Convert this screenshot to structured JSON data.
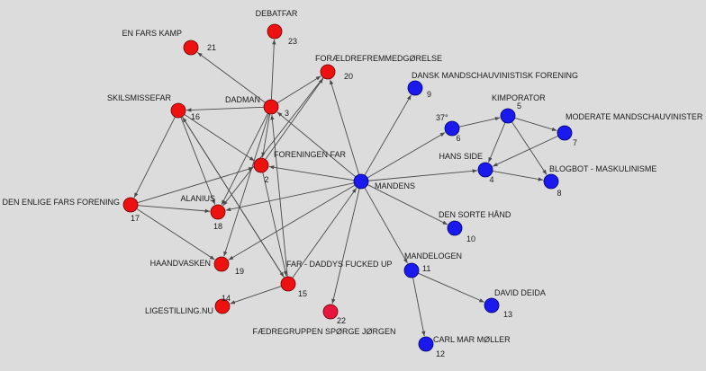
{
  "network": {
    "colors": {
      "group_red": "#ee1111",
      "group_red_alt": "#e8163f",
      "group_blue": "#1a1aee",
      "edge": "#4a4a4a",
      "node_stroke": "#6e0000",
      "node_stroke_blue": "#00006e"
    },
    "nodes": [
      {
        "id": "2",
        "label": "FORENINGEN FAR",
        "group": "red"
      },
      {
        "id": "3",
        "label": "DADMAN",
        "group": "red"
      },
      {
        "id": "4",
        "label": "HANS SIDE",
        "group": "blue"
      },
      {
        "id": "5",
        "label": "KIMPORATOR",
        "group": "blue"
      },
      {
        "id": "6",
        "label": "37°",
        "group": "blue"
      },
      {
        "id": "7",
        "label": "MODERATE MANDSCHAUVINISTER",
        "group": "blue"
      },
      {
        "id": "8",
        "label": "BLOGBOT - MASKULINISME",
        "group": "blue"
      },
      {
        "id": "9",
        "label": "DANSK MANDSCHAUVINISTISK FORENING",
        "group": "blue"
      },
      {
        "id": "10",
        "label": "DEN SORTE HÅND",
        "group": "blue"
      },
      {
        "id": "11",
        "label": "MANDELOGEN",
        "group": "blue"
      },
      {
        "id": "12",
        "label": "CARL MAR MØLLER",
        "group": "blue"
      },
      {
        "id": "13",
        "label": "DAVID DEIDA",
        "group": "blue"
      },
      {
        "id": "14",
        "label": "LIGESTILLING.NU",
        "group": "red"
      },
      {
        "id": "15",
        "label": "FAR - DADDYS FUCKED UP",
        "group": "red"
      },
      {
        "id": "16",
        "label": "SKILSMISSEFAR",
        "group": "red"
      },
      {
        "id": "17",
        "label": "DEN ENLIGE FARS FORENING",
        "group": "red"
      },
      {
        "id": "18",
        "label": "ALANIUS",
        "group": "red"
      },
      {
        "id": "19",
        "label": "HAANDVASKEN",
        "group": "red"
      },
      {
        "id": "20",
        "label": "FORÆLDREFREMMEDGØRELSE",
        "group": "red"
      },
      {
        "id": "21",
        "label": "EN FARS KAMP",
        "group": "red"
      },
      {
        "id": "22",
        "label": "FÆDREGRUPPEN SPØRGE JØRGEN",
        "group": "red_alt"
      },
      {
        "id": "23",
        "label": "DEBATFAR",
        "group": "red"
      },
      {
        "id": "M",
        "label": "MANDENS",
        "group": "blue"
      }
    ],
    "edges": [
      [
        "M",
        "6"
      ],
      [
        "M",
        "4"
      ],
      [
        "M",
        "9"
      ],
      [
        "M",
        "10"
      ],
      [
        "M",
        "11"
      ],
      [
        "M",
        "22"
      ],
      [
        "M",
        "20"
      ],
      [
        "M",
        "2"
      ],
      [
        "M",
        "18"
      ],
      [
        "M",
        "19"
      ],
      [
        "15",
        "M"
      ],
      [
        "M",
        "3"
      ],
      [
        "6",
        "5"
      ],
      [
        "5",
        "7"
      ],
      [
        "5",
        "4"
      ],
      [
        "5",
        "8"
      ],
      [
        "7",
        "4"
      ],
      [
        "4",
        "8"
      ],
      [
        "11",
        "13"
      ],
      [
        "11",
        "12"
      ],
      [
        "3",
        "23"
      ],
      [
        "3",
        "21"
      ],
      [
        "3",
        "20"
      ],
      [
        "3",
        "16"
      ],
      [
        "3",
        "2"
      ],
      [
        "3",
        "18"
      ],
      [
        "3",
        "19"
      ],
      [
        "16",
        "17"
      ],
      [
        "16",
        "2"
      ],
      [
        "16",
        "18"
      ],
      [
        "16",
        "15"
      ],
      [
        "17",
        "2"
      ],
      [
        "17",
        "18"
      ],
      [
        "17",
        "19"
      ],
      [
        "2",
        "20"
      ],
      [
        "2",
        "15"
      ],
      [
        "15",
        "14"
      ],
      [
        "15",
        "16"
      ],
      [
        "15",
        "3"
      ],
      [
        "20",
        "18"
      ]
    ]
  }
}
